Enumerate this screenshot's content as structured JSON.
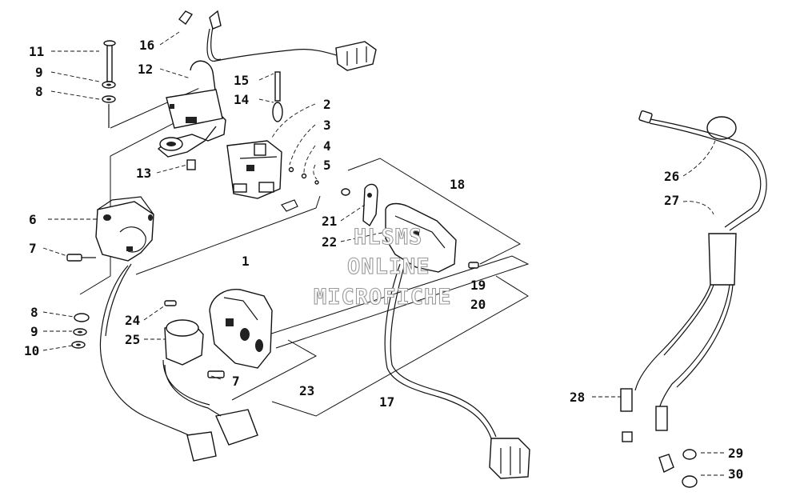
{
  "watermark": {
    "lines": [
      "HLSMS",
      "ONLINE",
      "MICROFICHE"
    ],
    "color": "#9a9a9a"
  },
  "callouts": {
    "c1": "1",
    "c2": "2",
    "c3": "3",
    "c4": "4",
    "c5": "5",
    "c6": "6",
    "c7a": "7",
    "c7b": "7",
    "c8a": "8",
    "c8b": "8",
    "c9a": "9",
    "c9b": "9",
    "c10": "10",
    "c11": "11",
    "c12": "12",
    "c13": "13",
    "c14": "14",
    "c15": "15",
    "c16": "16",
    "c17": "17",
    "c18": "18",
    "c19": "19",
    "c20": "20",
    "c21": "21",
    "c22": "22",
    "c23": "23",
    "c24": "24",
    "c25": "25",
    "c26": "26",
    "c27": "27",
    "c28": "28",
    "c29": "29",
    "c30": "30"
  }
}
